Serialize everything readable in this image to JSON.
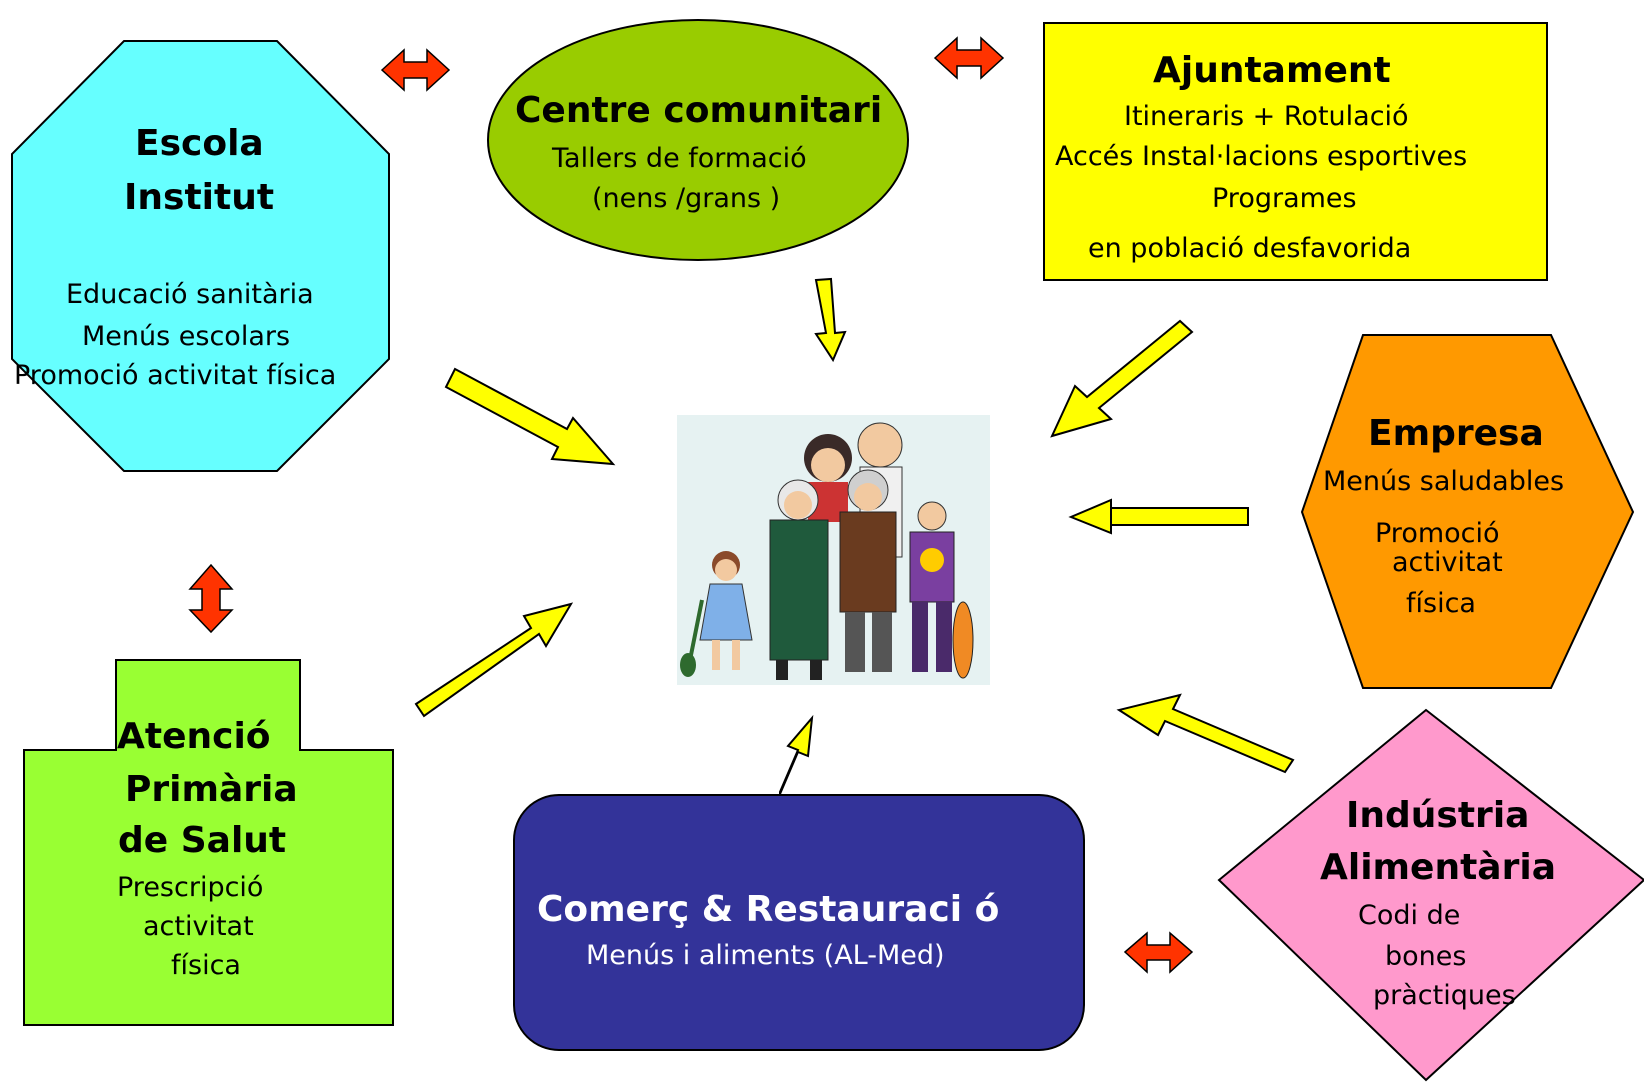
{
  "colors": {
    "escola": "#66ffff",
    "centre": "#99cc00",
    "ajuntament": "#ffff00",
    "empresa": "#ff9900",
    "industria": "#ff99cc",
    "comerc": "#333399",
    "atencio": "#99ff33",
    "arrow_yellow": "#ffff00",
    "arrow_red": "#ff3300"
  },
  "illustration_icon": "family-illustration",
  "nodes": {
    "escola": {
      "title": [
        "Escola",
        "Institut"
      ],
      "lines": [
        "Educació  sanitària",
        "Menús escolars",
        "Promoció  activitat física"
      ]
    },
    "centre": {
      "title": [
        "Centre comunitari"
      ],
      "lines": [
        "Tallers de  formació",
        "(nens /grans  )"
      ]
    },
    "ajuntament": {
      "title": [
        "Ajuntament"
      ],
      "lines": [
        "Itineraris + Rotulació",
        "Accés   Instal·lacions esportives",
        "Programes",
        "en població  desfavorida"
      ]
    },
    "empresa": {
      "title": [
        "Empresa"
      ],
      "lines": [
        "Menús saludables",
        "Promoció",
        "activitat",
        "física"
      ]
    },
    "industria": {
      "title": [
        "Indústria",
        "Alimentària"
      ],
      "lines": [
        "Codi    de",
        "bones",
        "pràctiques"
      ]
    },
    "comerc": {
      "title": [
        "Comerç   &   Restauraci ó"
      ],
      "lines": [
        "Menús i aliments (AL-Med)"
      ]
    },
    "atencio": {
      "title": [
        "Atenció",
        "Primària",
        "de Salut"
      ],
      "lines": [
        "Prescripció",
        "activitat",
        "física"
      ]
    }
  }
}
